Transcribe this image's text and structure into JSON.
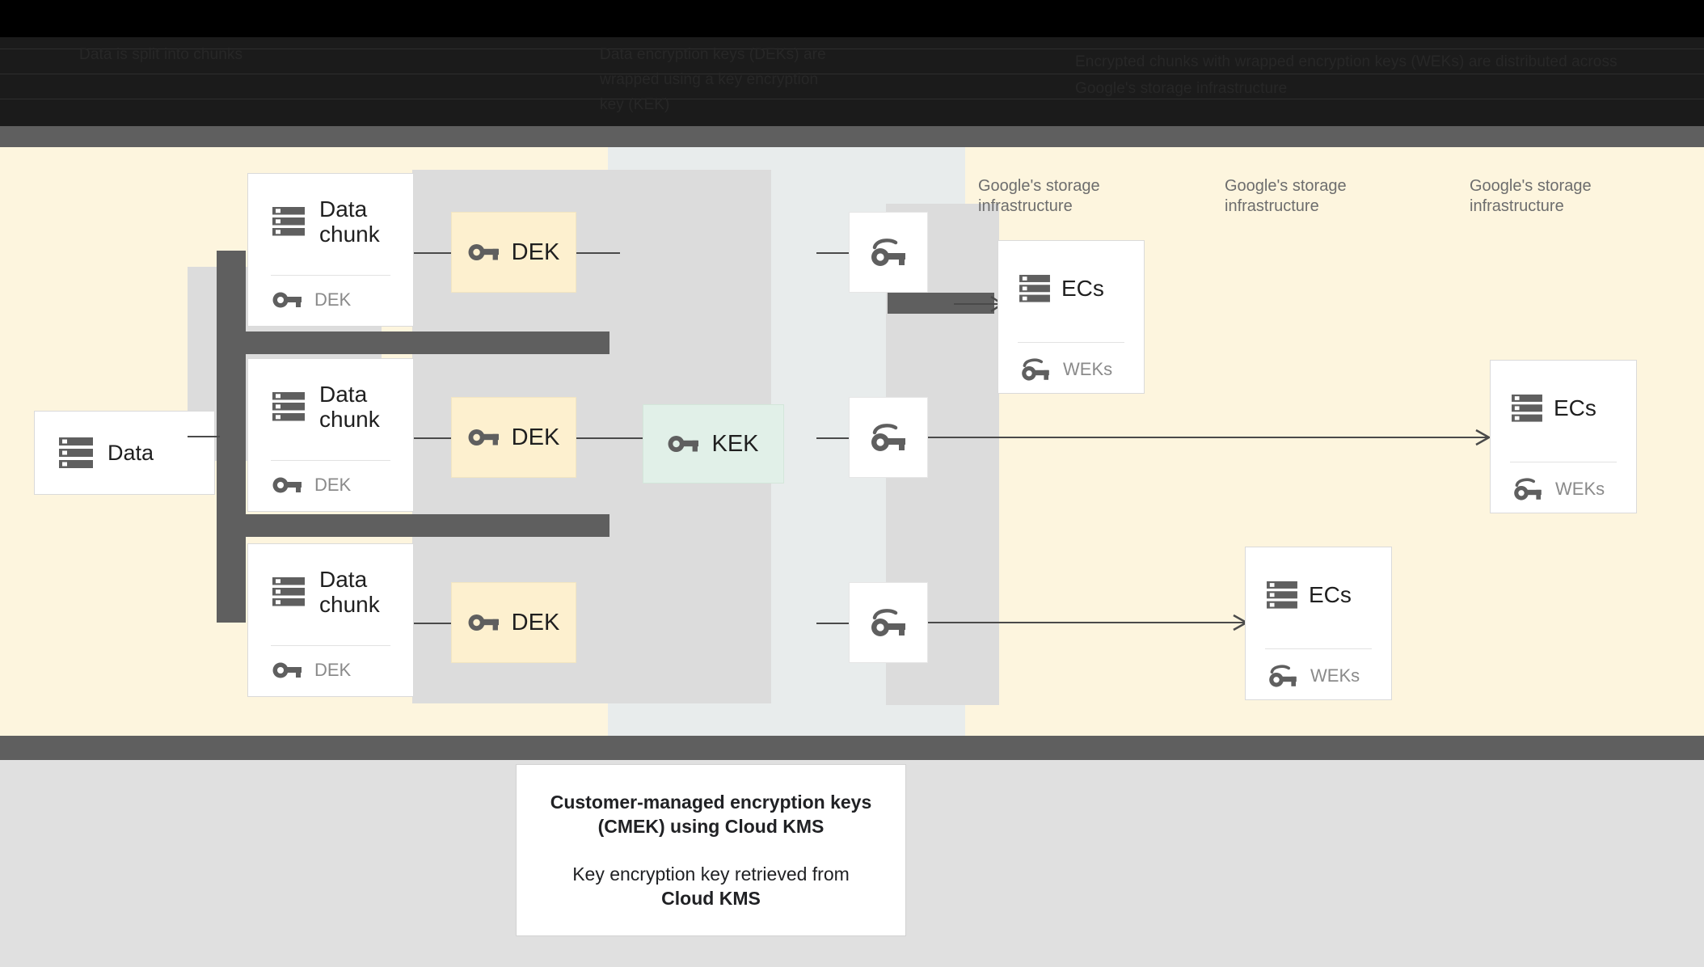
{
  "header": {
    "columns": [
      {
        "id": "col-1",
        "text": "Data is\nsplit into\nchunks"
      },
      {
        "id": "col-2",
        "text": "Data encryption keys\n(DEKs) are wrapped using\na key encryption key (KEK)"
      },
      {
        "id": "col-3",
        "text": "Encrypted chunks with wrapped encryption keys\n(WEKs) are distributed across Google's storage infrastructure"
      }
    ]
  },
  "diagram": {
    "source": {
      "label": "Data",
      "icon": "storage-icon"
    },
    "chunks": [
      {
        "title": "Data\nchunk",
        "icon": "storage-icon",
        "key_icon": "key-icon",
        "key_label": "DEK",
        "chip_label": "DEK",
        "chip_icon": "key-icon"
      },
      {
        "title": "Data\nchunk",
        "icon": "storage-icon",
        "key_icon": "key-icon",
        "key_label": "DEK",
        "chip_label": "DEK",
        "chip_icon": "key-icon"
      },
      {
        "title": "Data\nchunk",
        "icon": "storage-icon",
        "key_icon": "key-icon",
        "key_label": "DEK",
        "chip_label": "DEK",
        "chip_icon": "key-icon"
      }
    ],
    "kek": {
      "label": "KEK",
      "icon": "key-icon"
    },
    "wrapped_keys": [
      {
        "icon": "wrapped-key-icon"
      },
      {
        "icon": "wrapped-key-icon"
      },
      {
        "icon": "wrapped-key-icon"
      }
    ],
    "storage_captions": [
      "Google's storage\ninfrastructure",
      "Google's storage\ninfrastructure",
      "Google's storage\ninfrastructure"
    ],
    "ec_cards": [
      {
        "title": "ECs",
        "icon": "storage-icon",
        "key_icon": "wrapped-key-icon",
        "key_label": "WEKs"
      },
      {
        "title": "ECs",
        "icon": "storage-icon",
        "key_icon": "wrapped-key-icon",
        "key_label": "WEKs"
      },
      {
        "title": "ECs",
        "icon": "storage-icon",
        "key_icon": "wrapped-key-icon",
        "key_label": "WEKs"
      }
    ]
  },
  "footer": {
    "title": "Customer-managed encryption keys\n(CMEK) using Cloud KMS",
    "subtitle_lead": "Key encryption key retrieved from",
    "subtitle_strong": "Cloud KMS"
  },
  "colors": {
    "cream": "#fdf5de",
    "bluegrey": "#e8ecec",
    "grey_column": "#dcdcdc",
    "dark_grey": "#5f5f5f",
    "dek_chip": "#fdf0cf",
    "kek_chip": "#e1f0e8",
    "footer_bg": "#e0e0e0",
    "icon_grey": "#5f5f5f",
    "muted_text": "#8a8a8a"
  }
}
